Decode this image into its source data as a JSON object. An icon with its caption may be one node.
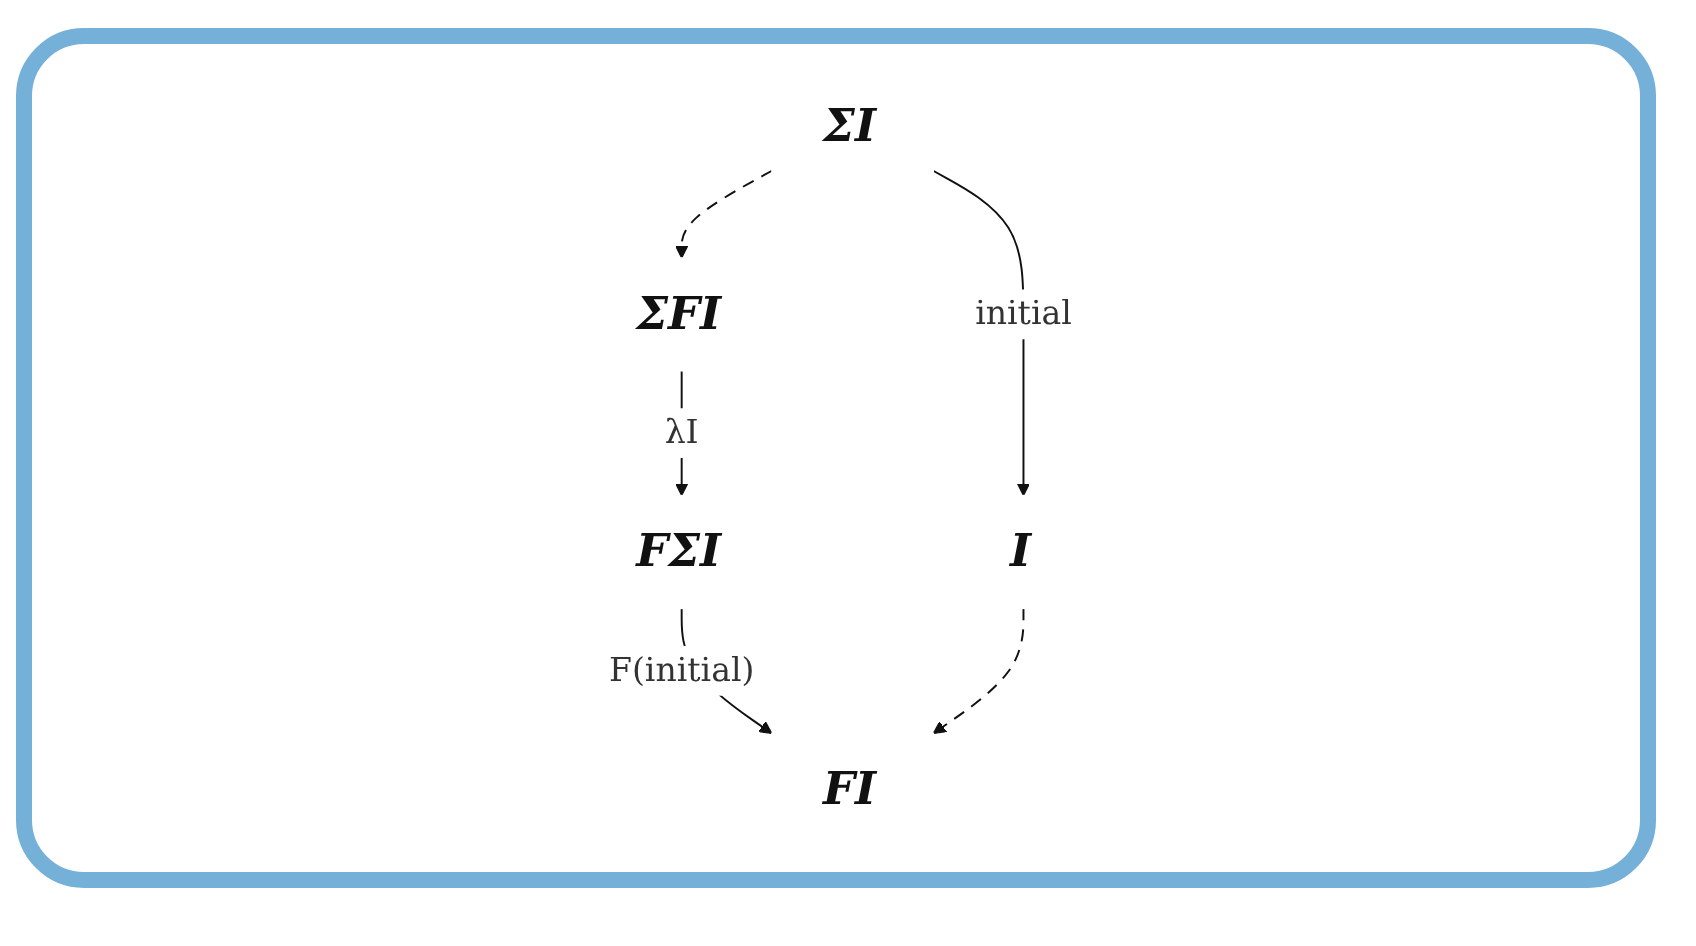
{
  "diagram": {
    "nodes": [
      {
        "text": [
          "ΣI"
        ]
      },
      {
        "text": [
          "ΣFI"
        ]
      },
      {
        "text": [
          "FΣI"
        ]
      },
      {
        "text": [
          "I"
        ]
      },
      {
        "text": [
          "FI"
        ]
      }
    ],
    "edges": [
      {
        "from": 0,
        "to": 1,
        "arrow": "to",
        "style": "dashed"
      },
      {
        "from": 0,
        "to": 3,
        "arrow": "to",
        "label": "initial"
      },
      {
        "from": 1,
        "to": 2,
        "arrow": "to",
        "label": "λI"
      },
      {
        "from": 2,
        "to": 4,
        "arrow": "to",
        "label": "F(initial)"
      },
      {
        "from": 3,
        "to": 4,
        "arrow": "to",
        "style": "dashed"
      }
    ]
  }
}
